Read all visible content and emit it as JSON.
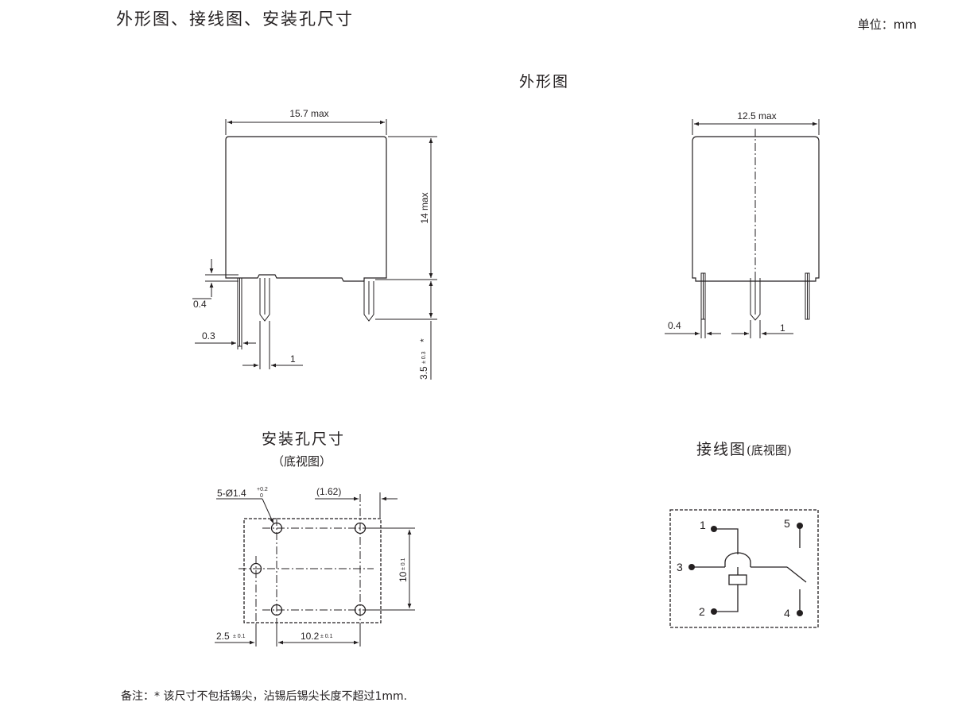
{
  "page_title": "外形图、接线图、安装孔尺寸",
  "unit": "单位：mm",
  "outline": {
    "title": "外形图",
    "width_label": "15.7 max",
    "height_label": "14 max",
    "pin_offset_label": "0.4",
    "pin_width_label": "0.3",
    "pin_gap_label": "1",
    "pin_length_label": "3.5",
    "pin_length_tol": "± 0.3",
    "pin_length_mark": "*"
  },
  "side_view": {
    "width_label": "12.5 max",
    "pin_offset_label": "0.4",
    "pin_gap_label": "1"
  },
  "mounting": {
    "title": "安装孔尺寸",
    "subtitle": "（底视图）",
    "hole_label": "5-Ø1.4",
    "hole_tol_upper": "+0.2",
    "hole_tol_lower": "0",
    "offset_label": "(1.62)",
    "height_label": "10",
    "height_tol": "± 0.1",
    "left_label": "2.5",
    "left_tol": "± 0.1",
    "span_label": "10.2",
    "span_tol": "± 0.1"
  },
  "wiring": {
    "title": "接线图",
    "subtitle": "(底视图)",
    "pins": [
      "1",
      "3",
      "2",
      "5",
      "4"
    ]
  },
  "footnote": "备注：* 该尺寸不包括锡尖，沾锡后锡尖长度不超过1mm."
}
